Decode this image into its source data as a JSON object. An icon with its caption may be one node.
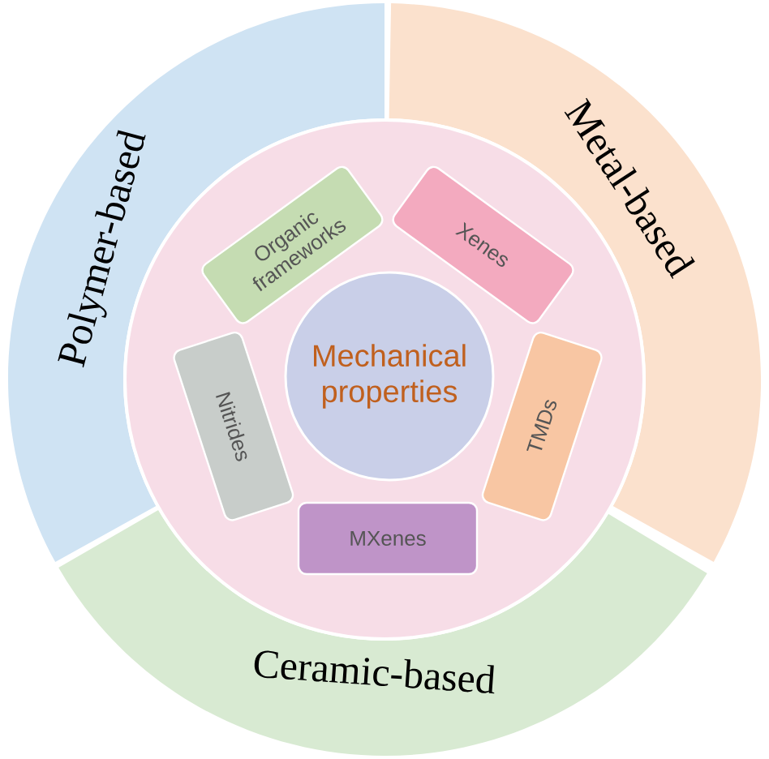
{
  "diagram": {
    "nodes": [
      {
        "text": [
          "Polymer-based"
        ]
      },
      {
        "text": [
          "Metal-based"
        ]
      },
      {
        "text": [
          "Ceramic-based"
        ]
      },
      {
        "text": [
          "Mechanical properties"
        ]
      },
      {
        "text": [
          "Organic frameworks"
        ]
      },
      {
        "text": [
          "Xenes"
        ]
      },
      {
        "text": [
          "TMDs"
        ]
      },
      {
        "text": [
          "MXenes"
        ]
      },
      {
        "text": [
          "Nitrides"
        ]
      }
    ]
  }
}
